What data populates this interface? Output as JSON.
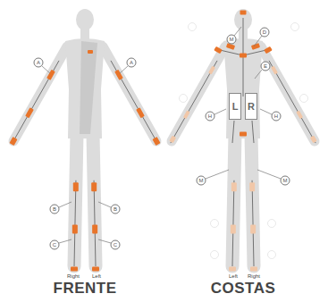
{
  "diagram": {
    "nodes": [
      {
        "text": [
          "L"
        ]
      },
      {
        "text": [
          "R"
        ]
      }
    ],
    "labels": [
      "FRENTE",
      "COSTAS",
      "Right",
      "Left",
      "Left",
      "Right",
      "A",
      "A",
      "B",
      "B",
      "C",
      "C",
      "M",
      "D",
      "E",
      "H",
      "H",
      "M",
      "M"
    ]
  }
}
